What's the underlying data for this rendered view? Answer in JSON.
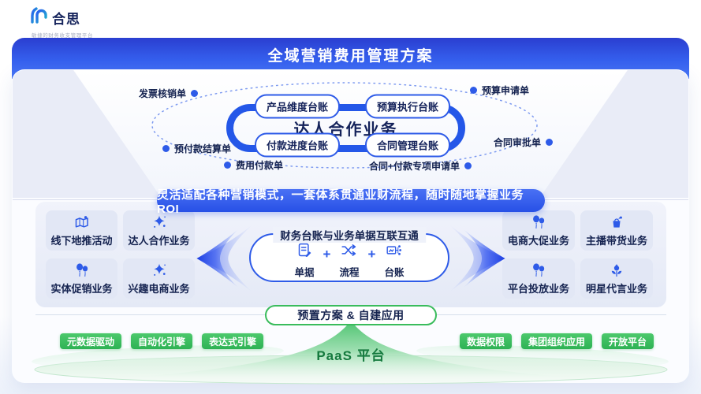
{
  "brand": {
    "name": "合思",
    "tagline": "敏捷的财务收支管理平台"
  },
  "header": {
    "title": "全域营销费用管理方案"
  },
  "funnel": {
    "center_label": "达人合作业务",
    "ledgers": [
      "产品维度台账",
      "预算执行台账",
      "付款进度台账",
      "合同管理台账"
    ],
    "orbit_docs": [
      "发票核销单",
      "预算申请单",
      "预付款结算单",
      "合同审批单",
      "费用付款单",
      "合同+付款专项申请单"
    ]
  },
  "value_banner": "灵活适配各种营销模式，一套体系贯通业财流程，随时随地掌握业务ROI",
  "businesses": {
    "left": [
      {
        "label": "线下地推活动",
        "icon": "map-icon"
      },
      {
        "label": "达人合作业务",
        "icon": "splash-icon"
      },
      {
        "label": "实体促销业务",
        "icon": "balloons-icon"
      },
      {
        "label": "兴趣电商业务",
        "icon": "splash-icon"
      }
    ],
    "right": [
      {
        "label": "电商大促业务",
        "icon": "balloons-icon"
      },
      {
        "label": "主播带货业务",
        "icon": "livestream-goods-icon"
      },
      {
        "label": "平台投放业务",
        "icon": "balloons-icon"
      },
      {
        "label": "明星代言业务",
        "icon": "flower-icon"
      }
    ]
  },
  "hub": {
    "title": "财务台账与业务单据互联互通",
    "plus": "+",
    "items": [
      {
        "label": "单据",
        "icon": "document-icon"
      },
      {
        "label": "流程",
        "icon": "process-icon"
      },
      {
        "label": "台账",
        "icon": "ledger-icon"
      }
    ]
  },
  "paas": {
    "banner": "预置方案 & 自建应用",
    "platform": "PaaS 平台",
    "capabilities_left": [
      "元数据驱动",
      "自动化引擎",
      "表达式引擎"
    ],
    "capabilities_right": [
      "数据权限",
      "集团组织应用",
      "开放平台"
    ]
  },
  "colors": {
    "primary_blue": "#2e5be8",
    "dark_navy": "#152350",
    "green": "#3abc5c",
    "paas_text_green": "#157a3e"
  }
}
